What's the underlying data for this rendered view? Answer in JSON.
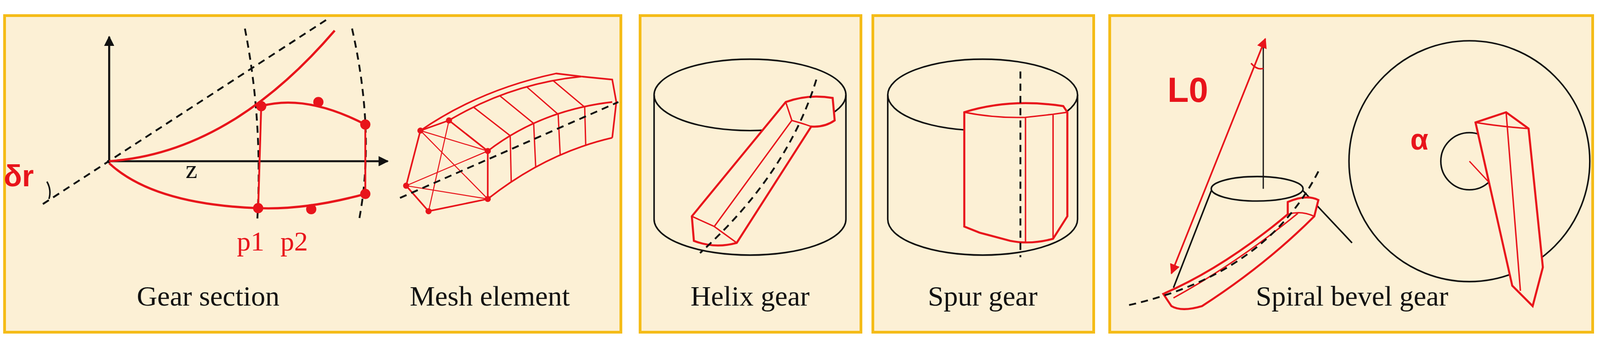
{
  "diagram": {
    "nodes": [
      {
        "text": [
          "Gear section",
          "Mesh element"
        ]
      },
      {
        "text": [
          "Helix gear"
        ]
      },
      {
        "text": [
          "Spur gear"
        ]
      },
      {
        "text": [
          "Spiral bevel gear"
        ]
      }
    ],
    "labels": [
      "δr",
      "z",
      "p1",
      "p2",
      "L0",
      "α"
    ]
  }
}
